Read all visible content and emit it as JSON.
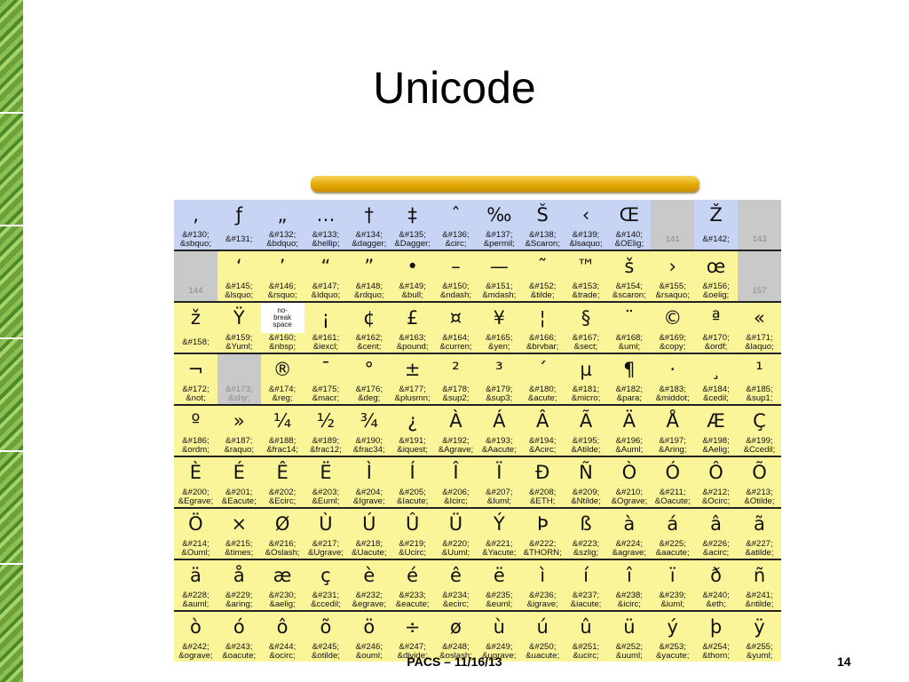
{
  "slide": {
    "title": "Unicode",
    "footer": "PACS – 11/16/13",
    "page_number": "14"
  },
  "table": {
    "rows": [
      [
        [
          "‚",
          "&#130;<br>&sbquo;"
        ],
        [
          "ƒ",
          "&#131;"
        ],
        [
          "„",
          "&#132;<br>&bdquo;"
        ],
        [
          "…",
          "&#133;<br>&hellip;"
        ],
        [
          "†",
          "&#134;<br>&dagger;"
        ],
        [
          "‡",
          "&#135;<br>&Dagger;"
        ],
        [
          "ˆ",
          "&#136;<br>&circ;"
        ],
        [
          "‰",
          "&#137;<br>&permil;"
        ],
        [
          "Š",
          "&#138;<br>&Scaron;"
        ],
        [
          "‹",
          "&#139;<br>&lsaquo;"
        ],
        [
          "Œ",
          "&#140;<br>&OElig;"
        ],
        [
          "",
          "141"
        ],
        [
          "Ž",
          "&#142;"
        ],
        [
          "",
          "143"
        ]
      ],
      [
        [
          "",
          "144"
        ],
        [
          "‘",
          "&#145;<br>&lsquo;"
        ],
        [
          "’",
          "&#146;<br>&rsquo;"
        ],
        [
          "“",
          "&#147;<br>&ldquo;"
        ],
        [
          "”",
          "&#148;<br>&rdquo;"
        ],
        [
          "•",
          "&#149;<br>&bull;"
        ],
        [
          "–",
          "&#150;<br>&ndash;"
        ],
        [
          "—",
          "&#151;<br>&mdash;"
        ],
        [
          "˜",
          "&#152;<br>&tilde;"
        ],
        [
          "™",
          "&#153;<br>&trade;"
        ],
        [
          "š",
          "&#154;<br>&scaron;"
        ],
        [
          "›",
          "&#155;<br>&rsaquo;"
        ],
        [
          "œ",
          "&#156;<br>&oelig;"
        ],
        [
          "",
          "157"
        ]
      ],
      [
        [
          "ž",
          "&#158;"
        ],
        [
          "Ÿ",
          "&#159;<br>&Yuml;"
        ],
        [
          "no-<br>break<br>space",
          "&#160;<br>&nbsp;"
        ],
        [
          "¡",
          "&#161;<br>&iexcl;"
        ],
        [
          "¢",
          "&#162;<br>&cent;"
        ],
        [
          "£",
          "&#163;<br>&pound;"
        ],
        [
          "¤",
          "&#164;<br>&curren;"
        ],
        [
          "¥",
          "&#165;<br>&yen;"
        ],
        [
          "¦",
          "&#166;<br>&brvbar;"
        ],
        [
          "§",
          "&#167;<br>&sect;"
        ],
        [
          "¨",
          "&#168;<br>&uml;"
        ],
        [
          "©",
          "&#169;<br>&copy;"
        ],
        [
          "ª",
          "&#170;<br>&ordf;"
        ],
        [
          "«",
          "&#171;<br>&laquo;"
        ]
      ],
      [
        [
          "¬",
          "&#172;<br>&not;"
        ],
        [
          "",
          "&#173;<br>&shy;"
        ],
        [
          "®",
          "&#174;<br>&reg;"
        ],
        [
          "¯",
          "&#175;<br>&macr;"
        ],
        [
          "°",
          "&#176;<br>&deg;"
        ],
        [
          "±",
          "&#177;<br>&plusmn;"
        ],
        [
          "²",
          "&#178;<br>&sup2;"
        ],
        [
          "³",
          "&#179;<br>&sup3;"
        ],
        [
          "´",
          "&#180;<br>&acute;"
        ],
        [
          "µ",
          "&#181;<br>&micro;"
        ],
        [
          "¶",
          "&#182;<br>&para;"
        ],
        [
          "·",
          "&#183;<br>&middot;"
        ],
        [
          "¸",
          "&#184;<br>&cedil;"
        ],
        [
          "¹",
          "&#185;<br>&sup1;"
        ]
      ],
      [
        [
          "º",
          "&#186;<br>&ordm;"
        ],
        [
          "»",
          "&#187;<br>&raquo;"
        ],
        [
          "¼",
          "&#188;<br>&frac14;"
        ],
        [
          "½",
          "&#189;<br>&frac12;"
        ],
        [
          "¾",
          "&#190;<br>&frac34;"
        ],
        [
          "¿",
          "&#191;<br>&iquest;"
        ],
        [
          "À",
          "&#192;<br>&Agrave;"
        ],
        [
          "Á",
          "&#193;<br>&Aacute;"
        ],
        [
          "Â",
          "&#194;<br>&Acirc;"
        ],
        [
          "Ã",
          "&#195;<br>&Atilde;"
        ],
        [
          "Ä",
          "&#196;<br>&Auml;"
        ],
        [
          "Å",
          "&#197;<br>&Aring;"
        ],
        [
          "Æ",
          "&#198;<br>&Aelig;"
        ],
        [
          "Ç",
          "&#199;<br>&Ccedil;"
        ]
      ],
      [
        [
          "È",
          "&#200;<br>&Egrave;"
        ],
        [
          "É",
          "&#201;<br>&Eacute;"
        ],
        [
          "Ê",
          "&#202;<br>&Ecirc;"
        ],
        [
          "Ë",
          "&#203;<br>&Euml;"
        ],
        [
          "Ì",
          "&#204;<br>&Igrave;"
        ],
        [
          "Í",
          "&#205;<br>&Iacute;"
        ],
        [
          "Î",
          "&#206;<br>&Icirc;"
        ],
        [
          "Ï",
          "&#207;<br>&Iuml;"
        ],
        [
          "Ð",
          "&#208;<br>&ETH;"
        ],
        [
          "Ñ",
          "&#209;<br>&Ntilde;"
        ],
        [
          "Ò",
          "&#210;<br>&Ograve;"
        ],
        [
          "Ó",
          "&#211;<br>&Oacute;"
        ],
        [
          "Ô",
          "&#212;<br>&Ocirc;"
        ],
        [
          "Õ",
          "&#213;<br>&Otilde;"
        ]
      ],
      [
        [
          "Ö",
          "&#214;<br>&Ouml;"
        ],
        [
          "×",
          "&#215;<br>&times;"
        ],
        [
          "Ø",
          "&#216;<br>&Oslash;"
        ],
        [
          "Ù",
          "&#217;<br>&Ugrave;"
        ],
        [
          "Ú",
          "&#218;<br>&Uacute;"
        ],
        [
          "Û",
          "&#219;<br>&Ucirc;"
        ],
        [
          "Ü",
          "&#220;<br>&Uuml;"
        ],
        [
          "Ý",
          "&#221;<br>&Yacute;"
        ],
        [
          "Þ",
          "&#222;<br>&THORN;"
        ],
        [
          "ß",
          "&#223;<br>&szlig;"
        ],
        [
          "à",
          "&#224;<br>&agrave;"
        ],
        [
          "á",
          "&#225;<br>&aacute;"
        ],
        [
          "â",
          "&#226;<br>&acirc;"
        ],
        [
          "ã",
          "&#227;<br>&atilde;"
        ]
      ],
      [
        [
          "ä",
          "&#228;<br>&auml;"
        ],
        [
          "å",
          "&#229;<br>&aring;"
        ],
        [
          "æ",
          "&#230;<br>&aelig;"
        ],
        [
          "ç",
          "&#231;<br>&ccedil;"
        ],
        [
          "è",
          "&#232;<br>&egrave;"
        ],
        [
          "é",
          "&#233;<br>&eacute;"
        ],
        [
          "ê",
          "&#234;<br>&ecirc;"
        ],
        [
          "ë",
          "&#235;<br>&euml;"
        ],
        [
          "ì",
          "&#236;<br>&igrave;"
        ],
        [
          "í",
          "&#237;<br>&iacute;"
        ],
        [
          "î",
          "&#238;<br>&icirc;"
        ],
        [
          "ï",
          "&#239;<br>&iuml;"
        ],
        [
          "ð",
          "&#240;<br>&eth;"
        ],
        [
          "ñ",
          "&#241;<br>&ntilde;"
        ]
      ],
      [
        [
          "ò",
          "&#242;<br>&ograve;"
        ],
        [
          "ó",
          "&#243;<br>&oacute;"
        ],
        [
          "ô",
          "&#244;<br>&ocirc;"
        ],
        [
          "õ",
          "&#245;<br>&otilde;"
        ],
        [
          "ö",
          "&#246;<br>&ouml;"
        ],
        [
          "÷",
          "&#247;<br>&divide;"
        ],
        [
          "ø",
          "&#248;<br>&oslash;"
        ],
        [
          "ù",
          "&#249;<br>&ugrave;"
        ],
        [
          "ú",
          "&#250;<br>&uacute;"
        ],
        [
          "û",
          "&#251;<br>&ucirc;"
        ],
        [
          "ü",
          "&#252;<br>&uuml;"
        ],
        [
          "ý",
          "&#253;<br>&yacute;"
        ],
        [
          "þ",
          "&#254;<br>&thorn;"
        ],
        [
          "ÿ",
          "&#255;<br>&yuml;"
        ]
      ]
    ]
  },
  "colors": {
    "row0_bg": "#c8d4f4",
    "row_bg": "#fbf59a",
    "reserved_bg": "#c9c9c9",
    "accent_bar": "#e2a700",
    "stripe": "#6da13a"
  }
}
